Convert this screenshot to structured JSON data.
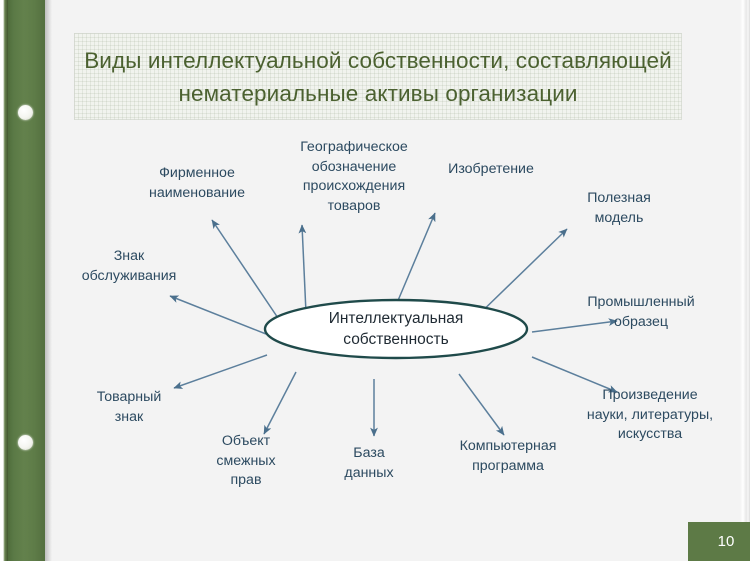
{
  "slide": {
    "background_color": "#f3f3f3",
    "accent_green": "#5d7a46",
    "title_text_color": "#4b6130",
    "node_text_color": "#2c4a60",
    "connector_color": "#4a6f8c",
    "ellipse_stroke_color": "#1f4a4a",
    "title": "Виды интеллектуальной собственности, составляющей\nнематериальные активы организации",
    "page_number": "10"
  },
  "diagram": {
    "type": "spider-hub-and-spoke",
    "center": {
      "label": "Интеллектуальная\nсобственность"
    },
    "nodes": [
      {
        "id": "firmennoe-naimenovanie",
        "label": "Фирменное\nнаименование"
      },
      {
        "id": "geograficheskoe-oboznachenie",
        "label": "Географическое\nобозначение\nпроисхождения\nтоваров"
      },
      {
        "id": "izobretenie",
        "label": "Изобретение"
      },
      {
        "id": "poleznaya-model",
        "label": "Полезная\nмодель"
      },
      {
        "id": "znak-obsluzhivaniya",
        "label": "Знак\nобслуживания"
      },
      {
        "id": "promyshlennyy-obrazets",
        "label": "Промышленный\nобразец"
      },
      {
        "id": "tovarnyy-znak",
        "label": "Товарный\nзнак"
      },
      {
        "id": "proizvedenie-nauki",
        "label": "Произведение\nнауки, литературы,\nискусства"
      },
      {
        "id": "obekt-smezhnyh-prav",
        "label": "Объект\nсмежных\nправ"
      },
      {
        "id": "baza-dannyh",
        "label": "База\nданных"
      },
      {
        "id": "kompyuternaya-programma",
        "label": "Компьютерная\nпрограмма"
      }
    ]
  },
  "binder": {
    "hole_count": 2
  }
}
